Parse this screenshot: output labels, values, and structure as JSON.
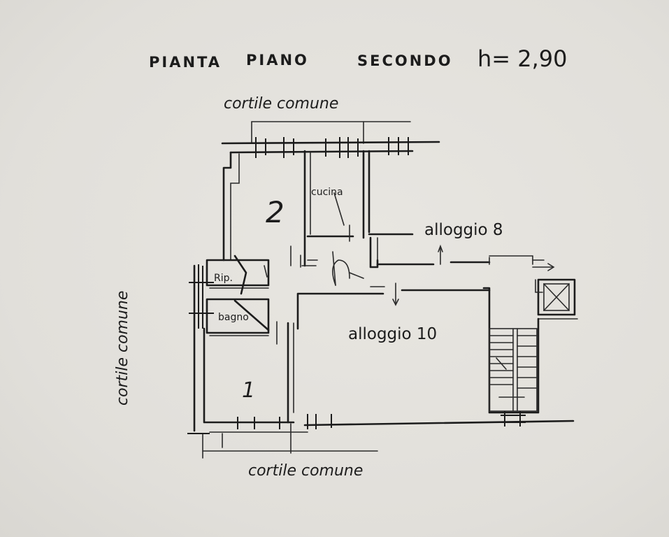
{
  "title": {
    "line1": "PIANTA",
    "line2": "PIANO",
    "line3": "SECONDO",
    "height": "h= 2,90"
  },
  "labels": {
    "courtyard_top": "cortile comune",
    "courtyard_left": "cortile comune",
    "courtyard_bottom": "cortile comune",
    "kitchen": "cucina",
    "storage": "Rip.",
    "bathroom": "bagno",
    "unit_8": "alloggio 8",
    "unit_10": "alloggio 10",
    "room_2": "2",
    "room_1": "1"
  },
  "colors": {
    "paper": "#e3e1dc",
    "ink": "#1c1c1c"
  }
}
